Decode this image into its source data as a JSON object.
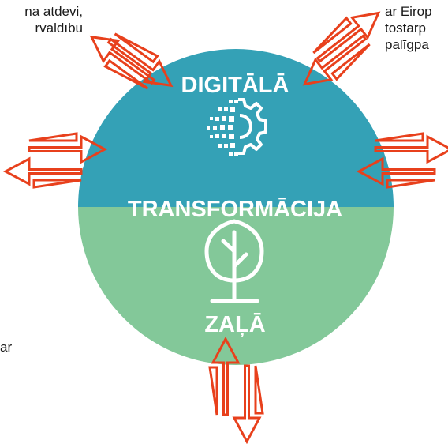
{
  "text_fragments": {
    "top_left": [
      "na atdevi,",
      "rvaldību"
    ],
    "top_right": [
      "ar Eirop",
      "tostarp",
      "palīgpa"
    ],
    "bottom_left": [
      "ar"
    ]
  },
  "circle": {
    "top_label": "DIGITĀLĀ",
    "middle_label": "TRANSFORMĀCIJA",
    "bottom_label": "ZAĻĀ",
    "top_icon": "digital-gear-icon",
    "bottom_icon": "tree-icon"
  },
  "colors": {
    "top_half": "#34a1b6",
    "bottom_half": "#83c899",
    "arrow_stroke": "#e8401c",
    "label": "#ffffff",
    "text": "#1a1a1a"
  }
}
